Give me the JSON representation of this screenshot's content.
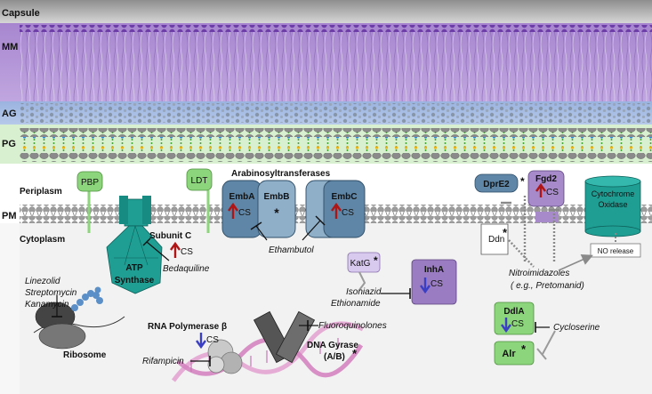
{
  "layers": {
    "capsule": "Capsule",
    "mm": "MM",
    "ag": "AG",
    "pg": "PG",
    "periplasm": "Periplasm",
    "pm": "PM",
    "cytoplasm": "Cytoplasm"
  },
  "proteins": {
    "pbp": "PBP",
    "ldt": "LDT",
    "arabinosyl_title": "Arabinosyltransferases",
    "emba": "EmbA",
    "embb": "EmbB",
    "embc": "EmbC",
    "star": "*",
    "cs": "CS",
    "dpre2": "DprE2",
    "fgd2": "Fgd2",
    "cyto_ox_1": "Cytochrome",
    "cyto_ox_2": "Oxidase",
    "no_release": "NO release",
    "ddn": "Ddn",
    "katg": "KatG",
    "inha": "InhA",
    "ddla": "DdlA",
    "alr": "Alr",
    "subunit_c": "Subunit C",
    "atp_1": "ATP",
    "atp_2": "Synthase",
    "ribosome": "Ribosome",
    "rnap": "RNA Polymerase β",
    "gyrase_1": "DNA Gyrase",
    "gyrase_2": "(A/B)"
  },
  "drugs": {
    "bedaquiline": "Bedaquiline",
    "ethambutol": "Ethambutol",
    "nitro_1": "Nitroimidazoles",
    "nitro_2": "( e.g., Pretomanid)",
    "isoniazid": "Isoniazid",
    "ethionamide": "Ethionamide",
    "fluoroquinolones": "Fluoroquinolones",
    "cycloserine": "Cycloserine",
    "rifampicin": "Rifampicin",
    "linezolid": "Linezolid",
    "streptomycin": "Streptomycin",
    "kanamycin": "Kanamycin"
  },
  "colors": {
    "capsule": "#b8b8b8",
    "mm": "#b394d6",
    "ag": "#9fb6e0",
    "pg": "#d8efd0",
    "emb": "#5f86a6",
    "purple": "#a68ac9",
    "green": "#8dd57c",
    "teal": "#1f9e94",
    "up_arrow": "#b01515",
    "down_arrow": "#3a3fc4"
  }
}
